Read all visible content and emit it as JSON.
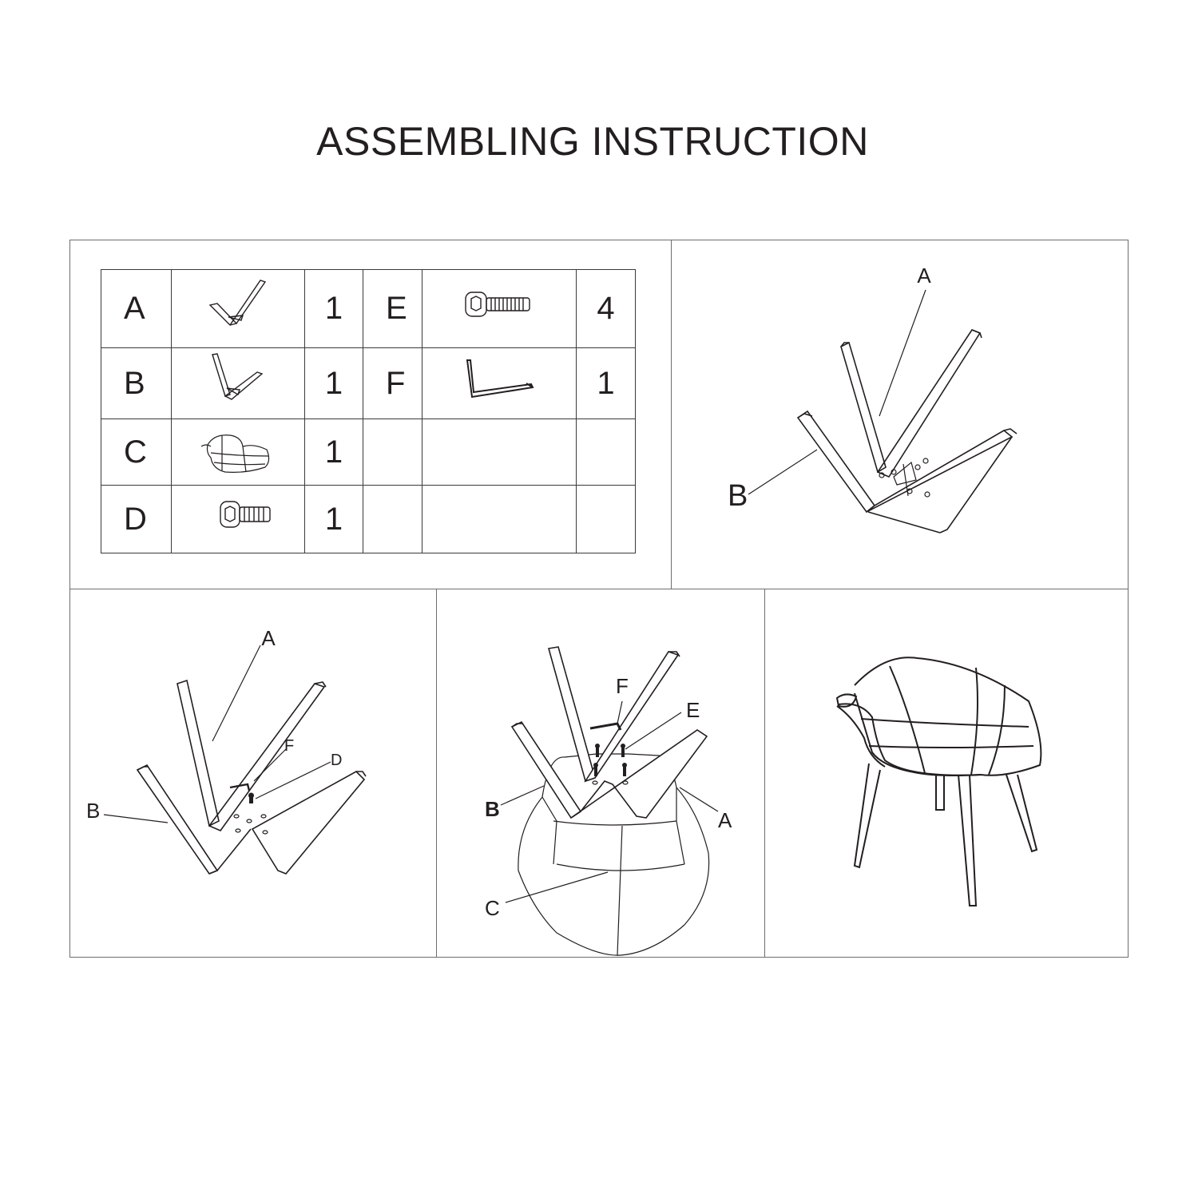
{
  "page": {
    "title": "ASSEMBLING INSTRUCTION"
  },
  "parts_table": {
    "rows": [
      {
        "left_letter": "A",
        "left_icon": "leg-frame-a-icon",
        "left_qty": "1",
        "right_letter": "E",
        "right_icon": "bolt-e-icon",
        "right_qty": "4"
      },
      {
        "left_letter": "B",
        "left_icon": "leg-frame-b-icon",
        "left_qty": "1",
        "right_letter": "F",
        "right_icon": "allen-key-icon",
        "right_qty": "1"
      },
      {
        "left_letter": "C",
        "left_icon": "chair-seat-icon",
        "left_qty": "1",
        "right_letter": "",
        "right_icon": "",
        "right_qty": ""
      },
      {
        "left_letter": "D",
        "left_icon": "bolt-d-icon",
        "left_qty": "1",
        "right_letter": "",
        "right_icon": "",
        "right_qty": ""
      }
    ]
  },
  "step1": {
    "label_a": "A",
    "label_b": "B"
  },
  "step2": {
    "label_a": "A",
    "label_b": "B",
    "label_f": "F",
    "label_d": "D"
  },
  "step3": {
    "label_f": "F",
    "label_e": "E",
    "label_b": "B",
    "label_a": "A",
    "label_c": "C"
  },
  "colors": {
    "line": "#231f20",
    "frame": "#6e6e6e"
  }
}
